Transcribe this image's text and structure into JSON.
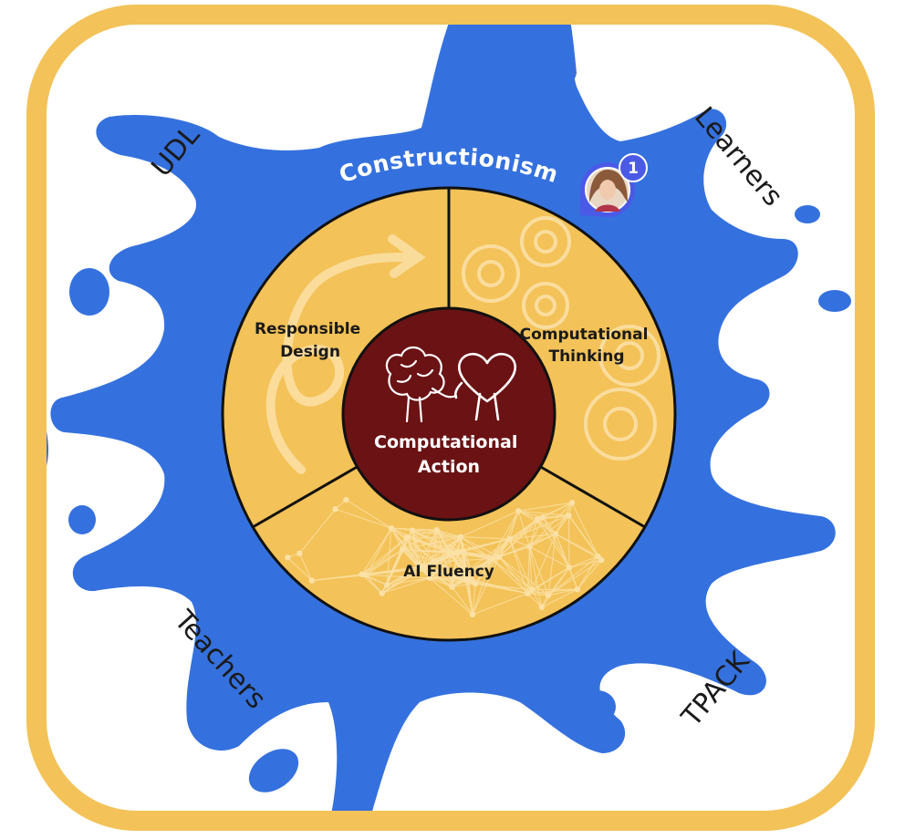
{
  "diagram": {
    "outer_label": "Constructionism",
    "corners": {
      "top_left": "UDL",
      "top_right": "Learners",
      "bottom_left": "Teachers",
      "bottom_right": "TPACK"
    },
    "segments": {
      "left": [
        "Responsible",
        "Design"
      ],
      "right": [
        "Computational",
        "Thinking"
      ],
      "bottom": "AI Fluency"
    },
    "core": [
      "Computational",
      "Action"
    ],
    "icons": [
      "brain-icon",
      "heart-icon",
      "gear-icon",
      "network-pattern",
      "arrow-swirl-icon"
    ]
  },
  "collaboration": {
    "badge_count": "1",
    "avatar_icon": "avatar"
  },
  "colors": {
    "frame": "#f3c258",
    "splash": "#3471de",
    "segment": "#f3c258",
    "core": "#6b1214",
    "badge": "#4b5ae6"
  }
}
